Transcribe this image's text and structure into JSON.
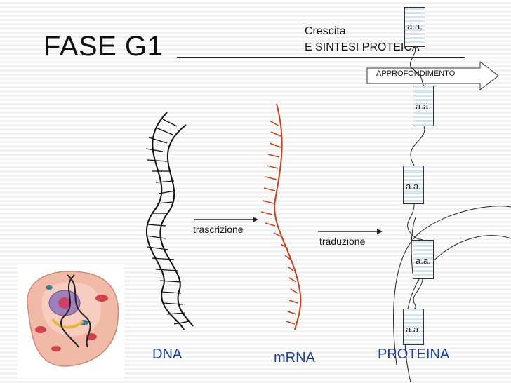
{
  "slide": {
    "title": "FASE G1",
    "header_line1": "Crescita",
    "header_line2": "E SINTESI PROTEICA",
    "button_label": "APPROFONDIMENTO"
  },
  "arrows": {
    "transcription_label": "trascrizione",
    "translation_label": "traduzione"
  },
  "columns": {
    "dna_label": "DNA",
    "mrna_label": "mRNA",
    "protein_label": "PROTEINA"
  },
  "amino_acids": {
    "label": "a.a."
  },
  "colors": {
    "mrna": "#c2401a",
    "column_labels": "#1d3f9a"
  },
  "icons": [
    "cell-illustration",
    "dna-helix",
    "mrna-strand",
    "arrow-right"
  ]
}
